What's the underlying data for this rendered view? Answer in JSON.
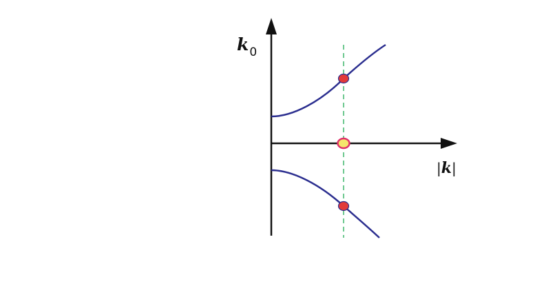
{
  "diagram": {
    "y_label": {
      "symbol": "k",
      "subscript": "0"
    },
    "x_label": {
      "left_bar": "|",
      "symbol": "k",
      "right_bar": "|"
    },
    "colors": {
      "axis": "#111111",
      "curve": "#2b2e8f",
      "guide_line": "#3bb56a",
      "point_fill": "#e23a3a",
      "point_stroke": "#2b2e8f",
      "origin_point_fill": "#f5e56b",
      "origin_point_stroke": "#e0306a"
    }
  }
}
